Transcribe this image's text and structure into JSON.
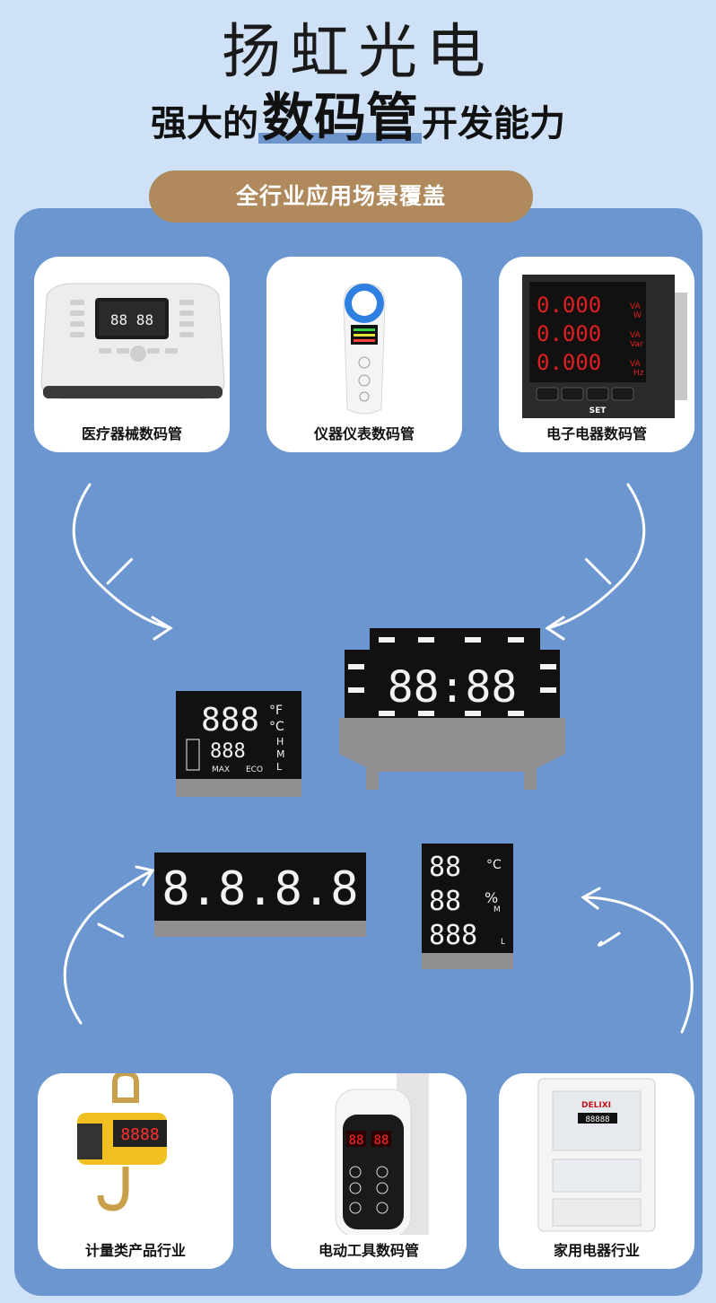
{
  "header": {
    "brand": "扬虹光电",
    "subtitle_pre": "强大的",
    "subtitle_highlight": "数码管",
    "subtitle_post": "开发能力"
  },
  "banner": {
    "label": "全行业应用场景覆盖"
  },
  "top_cards": [
    {
      "label": "医疗器械数码管"
    },
    {
      "label": "仪器仪表数码管"
    },
    {
      "label": "电子电器数码管"
    }
  ],
  "bottom_cards": [
    {
      "label": "计量类产品行业"
    },
    {
      "label": "电动工具数码管"
    },
    {
      "label": "家用电器行业"
    }
  ],
  "device_texts": {
    "meter_set": "SET",
    "meter_units": [
      "VA",
      "W",
      "VA",
      "Var",
      "VA",
      "Hz"
    ],
    "temp_module_f": "°F",
    "temp_module_c": "°C",
    "temp_module_h": "H",
    "temp_module_m": "M",
    "temp_module_l": "L",
    "temp_module_max": "MAX",
    "temp_module_eco": "ECO",
    "small_module_c": "°C",
    "small_module_pct": "%",
    "small_module_m": "M",
    "small_module_l": "L",
    "power_meter_brand": "DELIXI"
  },
  "colors": {
    "panel": "#6b96cf",
    "pill": "#b08a5c",
    "background": "#cfe1f6",
    "digit_red": "#e02020"
  }
}
